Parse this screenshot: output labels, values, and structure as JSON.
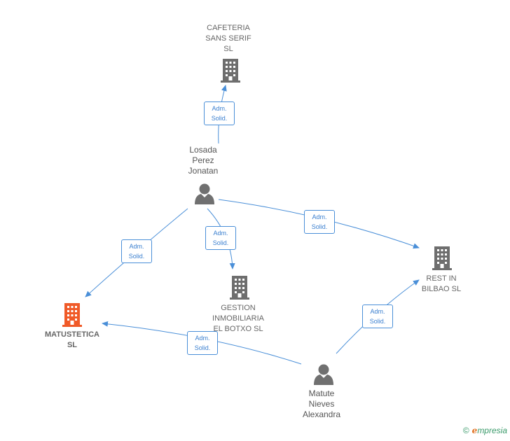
{
  "colors": {
    "edge": "#4a8fd8",
    "company": "#6e6e6e",
    "company_highlight": "#f05a28",
    "person": "#707070"
  },
  "nodes": {
    "cafeteria": {
      "label": "CAFETERIA\nSANS SERIF\nSL",
      "icon": "building-icon"
    },
    "rest_bilbao": {
      "label": "REST IN\nBILBAO  SL",
      "icon": "building-icon"
    },
    "gestion": {
      "label": "GESTION\nINMOBILIARIA\nEL BOTXO  SL",
      "icon": "building-icon"
    },
    "matustetica": {
      "label": "MATUSTETICA\nSL",
      "icon": "building-icon"
    },
    "losada": {
      "label": "Losada\nPerez\nJonatan",
      "icon": "person-icon"
    },
    "matute": {
      "label": "Matute\nNieves\nAlexandra",
      "icon": "person-icon"
    }
  },
  "edges": [
    {
      "from": "losada",
      "to": "cafeteria",
      "label": "Adm.\nSolid."
    },
    {
      "from": "losada",
      "to": "matustetica",
      "label": "Adm.\nSolid."
    },
    {
      "from": "losada",
      "to": "gestion",
      "label": "Adm.\nSolid."
    },
    {
      "from": "losada",
      "to": "rest_bilbao",
      "label": "Adm.\nSolid."
    },
    {
      "from": "matute",
      "to": "matustetica",
      "label": "Adm.\nSolid."
    },
    {
      "from": "matute",
      "to": "rest_bilbao",
      "label": "Adm.\nSolid."
    }
  ],
  "brand": {
    "copyright": "©",
    "initial": "e",
    "name": "mpresia"
  }
}
